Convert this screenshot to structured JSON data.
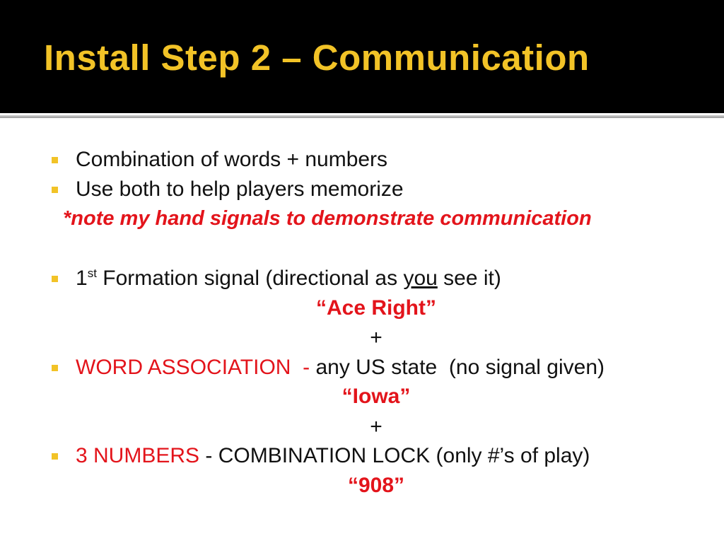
{
  "slide": {
    "title": "Install Step 2 – Communication",
    "colors": {
      "title_bar_background": "#000000",
      "title_text": "#f2c327",
      "bullet_marker": "#f2c327",
      "emphasis_red": "#e3141b",
      "body_text": "#111111"
    },
    "bullets": {
      "b1": {
        "text": "Combination of words + numbers"
      },
      "b2": {
        "text": "Use both to help players memorize"
      },
      "note": "*note my hand signals to demonstrate communication",
      "b3": {
        "number": "1",
        "superscript": "st",
        "before_underline": " Formation signal (directional as ",
        "underlined": "you",
        "after_underline": " see it)"
      },
      "example1": "“Ace Right”",
      "plus1": "+",
      "b4": {
        "red_part": "WORD ASSOCIATION  -",
        "rest": " any US state  (no signal given)"
      },
      "example2": "“Iowa”",
      "plus2": "+",
      "b5": {
        "red_part": "3 NUMBERS",
        "rest": " - COMBINATION LOCK (only #’s of play)"
      },
      "example3": "“908”"
    }
  }
}
